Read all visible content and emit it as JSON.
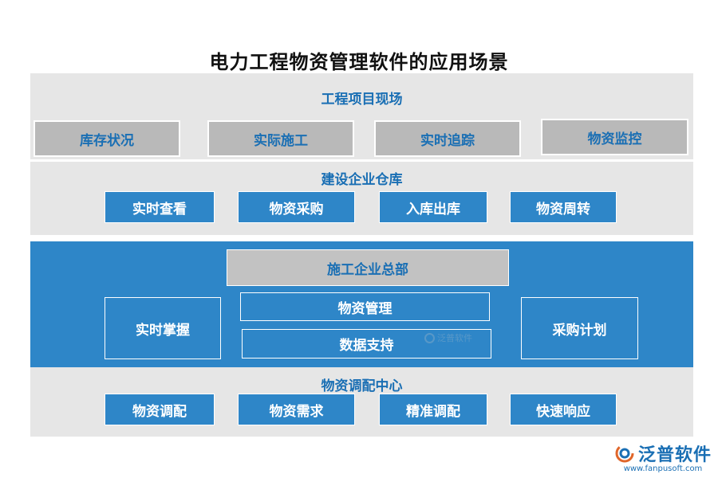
{
  "title": "电力工程物资管理软件的应用场景",
  "sections": {
    "site": {
      "label": "工程项目现场",
      "items": [
        "库存状况",
        "实际施工",
        "实时追踪",
        "物资监控"
      ]
    },
    "warehouse": {
      "label": "建设企业仓库",
      "items": [
        "实时查看",
        "物资采购",
        "入库出库",
        "物资周转"
      ]
    },
    "hq": {
      "label": "施工企业总部",
      "left": "实时掌握",
      "center": [
        "物资管理",
        "数据支持"
      ],
      "right": "采购计划"
    },
    "dispatch": {
      "label": "物资调配中心",
      "items": [
        "物资调配",
        "物资需求",
        "精准调配",
        "快速响应"
      ]
    }
  },
  "watermark": "泛普软件",
  "logo": {
    "name": "泛普软件",
    "url": "www.fanpusoft.com"
  },
  "colors": {
    "band_gray": "#e6e6e6",
    "band_blue": "#2e86c8",
    "label_blue": "#1a6fb4",
    "box_gray": "#b9b9b9"
  }
}
